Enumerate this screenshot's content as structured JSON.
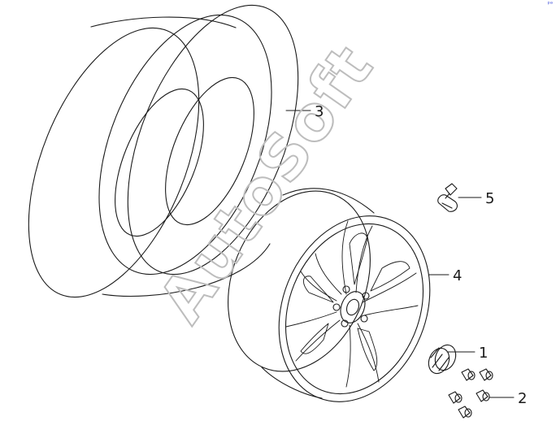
{
  "watermark": "AutoSoft",
  "corner_mark": "ᵖᵃ",
  "colors": {
    "line": "#1a1a1a",
    "watermark": "#bdbdbd",
    "corner_mark": "#3a4bd8"
  },
  "parts": [
    {
      "id": "center-cap",
      "label": "1"
    },
    {
      "id": "lug-nuts",
      "label": "2"
    },
    {
      "id": "tire",
      "label": "3"
    },
    {
      "id": "wheel-rim",
      "label": "4"
    },
    {
      "id": "tpms-valve",
      "label": "5"
    }
  ]
}
